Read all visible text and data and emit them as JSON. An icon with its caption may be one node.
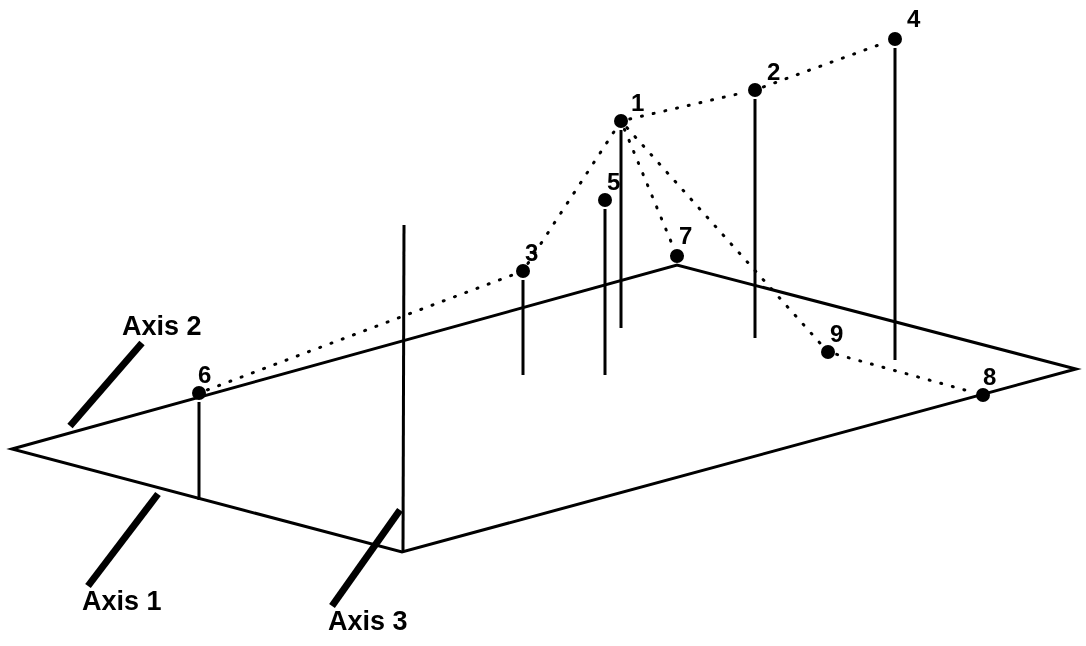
{
  "diagram": {
    "nodes": [
      {
        "text": [],
        "shape": "circle",
        "beside": [
          "1"
        ]
      },
      {
        "text": [],
        "shape": "circle",
        "beside": [
          "2"
        ]
      },
      {
        "text": [],
        "shape": "circle",
        "beside": [
          "3"
        ]
      },
      {
        "text": [],
        "shape": "circle",
        "beside": [
          "4"
        ]
      },
      {
        "text": [],
        "shape": "circle",
        "beside": [
          "5"
        ]
      },
      {
        "text": [],
        "shape": "circle",
        "beside": [
          "6"
        ]
      },
      {
        "text": [],
        "shape": "circle",
        "beside": [
          "7"
        ]
      },
      {
        "text": [],
        "shape": "circle",
        "beside": [
          "8"
        ]
      },
      {
        "text": [],
        "shape": "circle",
        "beside": [
          "9"
        ]
      },
      {
        "text": [
          "Axis 2"
        ]
      },
      {
        "text": [
          "Axis 1"
        ]
      },
      {
        "text": [
          "Axis 3"
        ]
      }
    ],
    "edges": [
      {
        "from": 5,
        "to": 2,
        "arrow": "none",
        "style": "dashed"
      },
      {
        "from": 2,
        "to": 0,
        "arrow": "none",
        "style": "dashed"
      },
      {
        "from": 0,
        "to": 1,
        "arrow": "none",
        "style": "dashed"
      },
      {
        "from": 1,
        "to": 3,
        "arrow": "none",
        "style": "dashed"
      },
      {
        "from": 0,
        "to": 6,
        "arrow": "none",
        "style": "dashed"
      },
      {
        "from": 0,
        "to": 8,
        "arrow": "none",
        "style": "dashed"
      },
      {
        "from": 8,
        "to": 7,
        "arrow": "none",
        "style": "dashed"
      },
      {
        "from": 9,
        "to": null,
        "arrow": "none",
        "style": "thick"
      },
      {
        "from": 10,
        "to": null,
        "arrow": "none",
        "style": "thick"
      },
      {
        "from": 11,
        "to": null,
        "arrow": "none",
        "style": "thick"
      }
    ]
  }
}
